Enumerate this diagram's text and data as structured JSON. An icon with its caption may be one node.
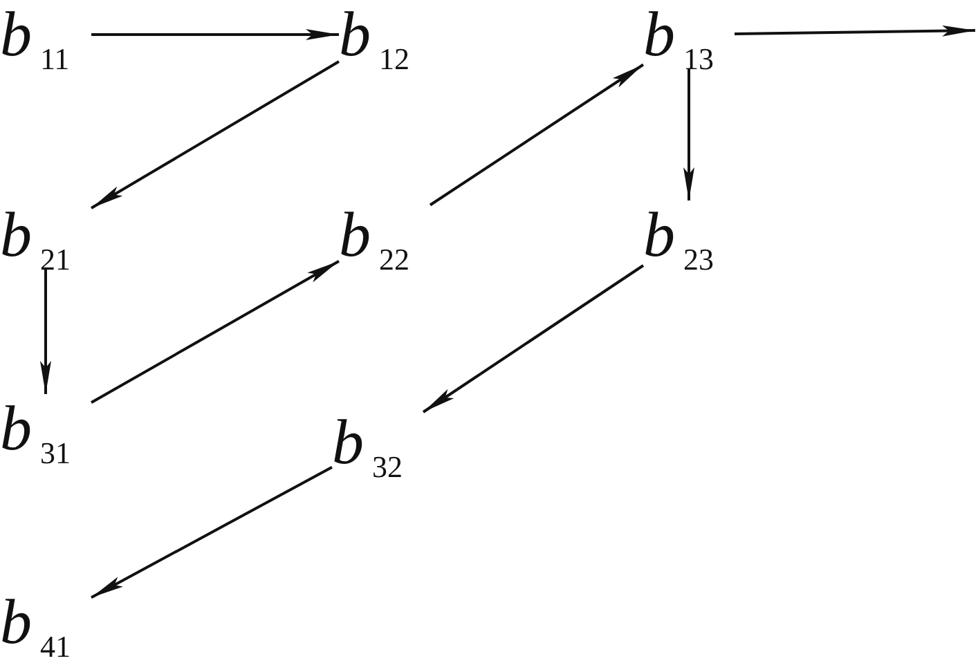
{
  "diagram": {
    "nodes": [
      {
        "text": [
          "*b*$_{11}$"
        ]
      },
      {
        "text": [
          "*b*$_{12}$"
        ]
      },
      {
        "text": [
          "*b*$_{13}$"
        ]
      },
      {
        "text": [
          "*b*$_{21}$"
        ]
      },
      {
        "text": [
          "*b*$_{22}$"
        ]
      },
      {
        "text": [
          "*b*$_{23}$"
        ]
      },
      {
        "text": [
          "*b*$_{31}$"
        ]
      },
      {
        "text": [
          "*b*$_{32}$"
        ]
      },
      {
        "text": [
          "*b*$_{41}$"
        ]
      }
    ],
    "edges": [
      {
        "from": 0,
        "to": 1,
        "arrow": "to"
      },
      {
        "from": 1,
        "to": 3,
        "arrow": "to"
      },
      {
        "from": 3,
        "to": 6,
        "arrow": "to"
      },
      {
        "from": 6,
        "to": 4,
        "arrow": "to"
      },
      {
        "from": 4,
        "to": 2,
        "arrow": "to"
      },
      {
        "from": 2,
        "to": null,
        "arrow": "to"
      },
      {
        "from": 2,
        "to": 5,
        "arrow": "to"
      },
      {
        "from": 5,
        "to": 7,
        "arrow": "to"
      },
      {
        "from": 7,
        "to": 8,
        "arrow": "to"
      }
    ]
  }
}
